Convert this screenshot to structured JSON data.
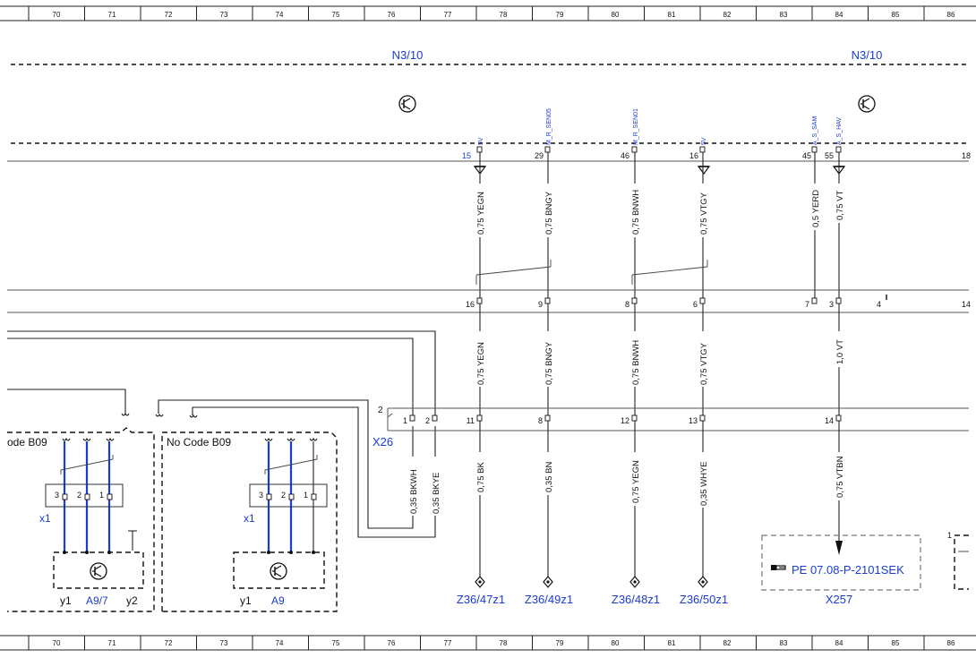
{
  "ruler": {
    "top": [
      "70",
      "71",
      "72",
      "73",
      "74",
      "75",
      "76",
      "77",
      "78",
      "79",
      "80",
      "81",
      "82",
      "83",
      "84",
      "85",
      "86"
    ],
    "bottom": [
      "70",
      "71",
      "72",
      "73",
      "74",
      "75",
      "76",
      "77",
      "78",
      "79",
      "80",
      "81",
      "82",
      "83",
      "84",
      "85",
      "86"
    ]
  },
  "modules": {
    "left_label": "N3/10",
    "right_label": "N3/10"
  },
  "signals": [
    "5V",
    "M_R_SEN05",
    "M_R_SEN01",
    "5V",
    "A_S_SAM",
    "A_S_HAV"
  ],
  "ecu_pins": [
    "15",
    "29",
    "46",
    "16",
    "45",
    "55",
    "18"
  ],
  "upper_wires": [
    "0,75 YEGN",
    "0,75 BNGY",
    "0,75 BNWH",
    "0,75 VTGY",
    "0,5 YERD",
    "0,75 VT"
  ],
  "mid_pins": [
    "16",
    "9",
    "8",
    "6",
    "7",
    "3",
    "4",
    "14"
  ],
  "middle_wires": [
    "0,75 YEGN",
    "0,75 BNGY",
    "0,75 BNWH",
    "0,75 VTGY",
    "1,0 VT"
  ],
  "connector": {
    "label": "X26",
    "number": "2",
    "pins": [
      "1",
      "2",
      "11",
      "8",
      "12",
      "13",
      "14"
    ]
  },
  "lower_wires": [
    "0,35 BKWH",
    "0,35 BKYE",
    "0,75 BK",
    "0,35 BN",
    "0,75 YEGN",
    "0,35 WHYE",
    "0,75 VTBN"
  ],
  "grounds": [
    "Z36/47z1",
    "Z36/49z1",
    "Z36/48z1",
    "Z36/50z1"
  ],
  "left_group": {
    "title": "ode B09",
    "pins": [
      "3",
      "2",
      "1"
    ],
    "x_label": "x1",
    "y1": "y1",
    "name": "A9/7",
    "y2": "y2"
  },
  "right_group": {
    "title": "No Code B09",
    "pins": [
      "3",
      "2",
      "1"
    ],
    "x_label": "x1",
    "y1": "y1",
    "name": "A9"
  },
  "reference": {
    "text": "PE 07.08-P-2101SEK",
    "label": "X257"
  },
  "far_right": {
    "pin": "1"
  },
  "colors": {
    "label_blue": "#1a3bd6",
    "line": "#222222"
  },
  "icons": [
    "transistor-icon",
    "ground-icon",
    "hand-pointer-icon"
  ]
}
